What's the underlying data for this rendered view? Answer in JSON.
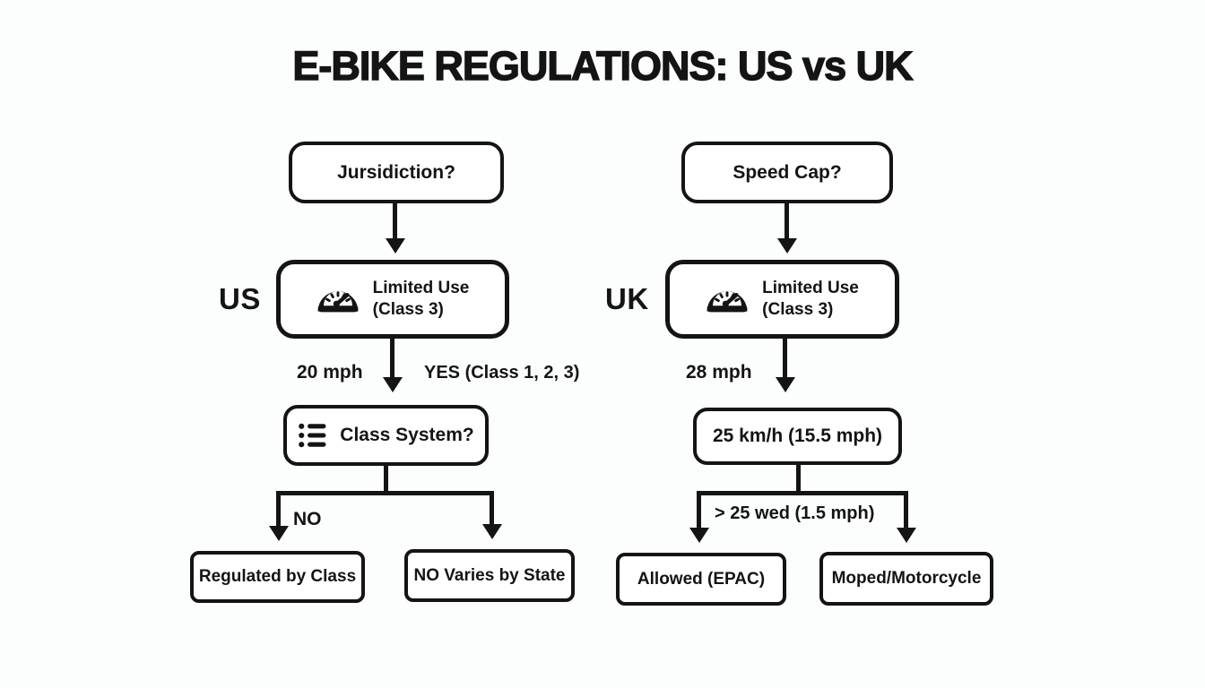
{
  "title": "E-BIKE REGULATIONS: US vs UK",
  "colors": {
    "ink": "#141414",
    "background": "#fcfdfd",
    "box_fill": "#ffffff"
  },
  "us_flow": {
    "side_label": "US",
    "question_box": "Jursidiction?",
    "limited_use_box": {
      "icon": "speedometer-icon",
      "line1": "Limited Use",
      "line2": "(Class 3)"
    },
    "arrow_label_left": "20 mph",
    "arrow_label_right": "YES (Class 1, 2, 3)",
    "class_system_box": {
      "icon": "list-icon",
      "label": "Class System?"
    },
    "branch_label": "NO",
    "leaf_left": "Regulated by Class",
    "leaf_right": "NO Varies by State"
  },
  "uk_flow": {
    "side_label": "UK",
    "question_box": "Speed Cap?",
    "limited_use_box": {
      "icon": "speedometer-icon",
      "line1": "Limited Use",
      "line2": "(Class 3)"
    },
    "arrow_label_left": "28 mph",
    "speed_limit_box": "25 km/h (15.5 mph)",
    "branch_label": "> 25 wed (1.5 mph)",
    "leaf_left": "Allowed (EPAC)",
    "leaf_right": "Moped/Motorcycle"
  }
}
